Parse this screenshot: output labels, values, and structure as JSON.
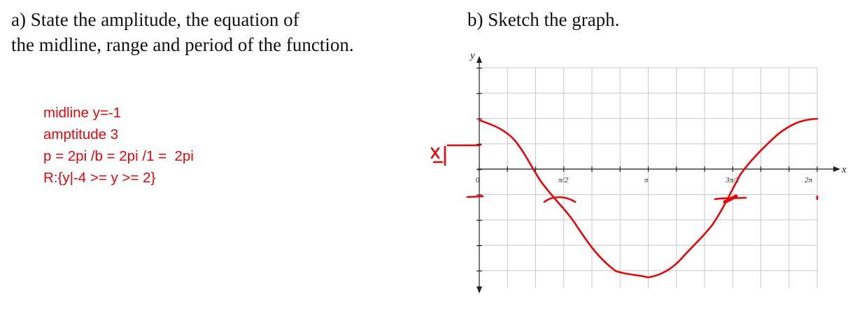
{
  "part_a": {
    "line1": "a) State the amplitude, the equation of",
    "line2": "the midline, range and period of the function."
  },
  "part_b": {
    "title": "b) Sketch the graph."
  },
  "answers": [
    "midline y=-1",
    "amptitude 3",
    "p = 2pi /b = 2pi /1 =  2pi",
    "R:{y|-4 >= y >= 2}"
  ],
  "handwritten_margin_label": "x1",
  "graph": {
    "axis_labels": {
      "x": "x",
      "y": "y"
    },
    "tick_labels": [
      "0",
      "π/2",
      "π",
      "3π/2",
      "2π"
    ],
    "ink_color": "#e8060a"
  }
}
